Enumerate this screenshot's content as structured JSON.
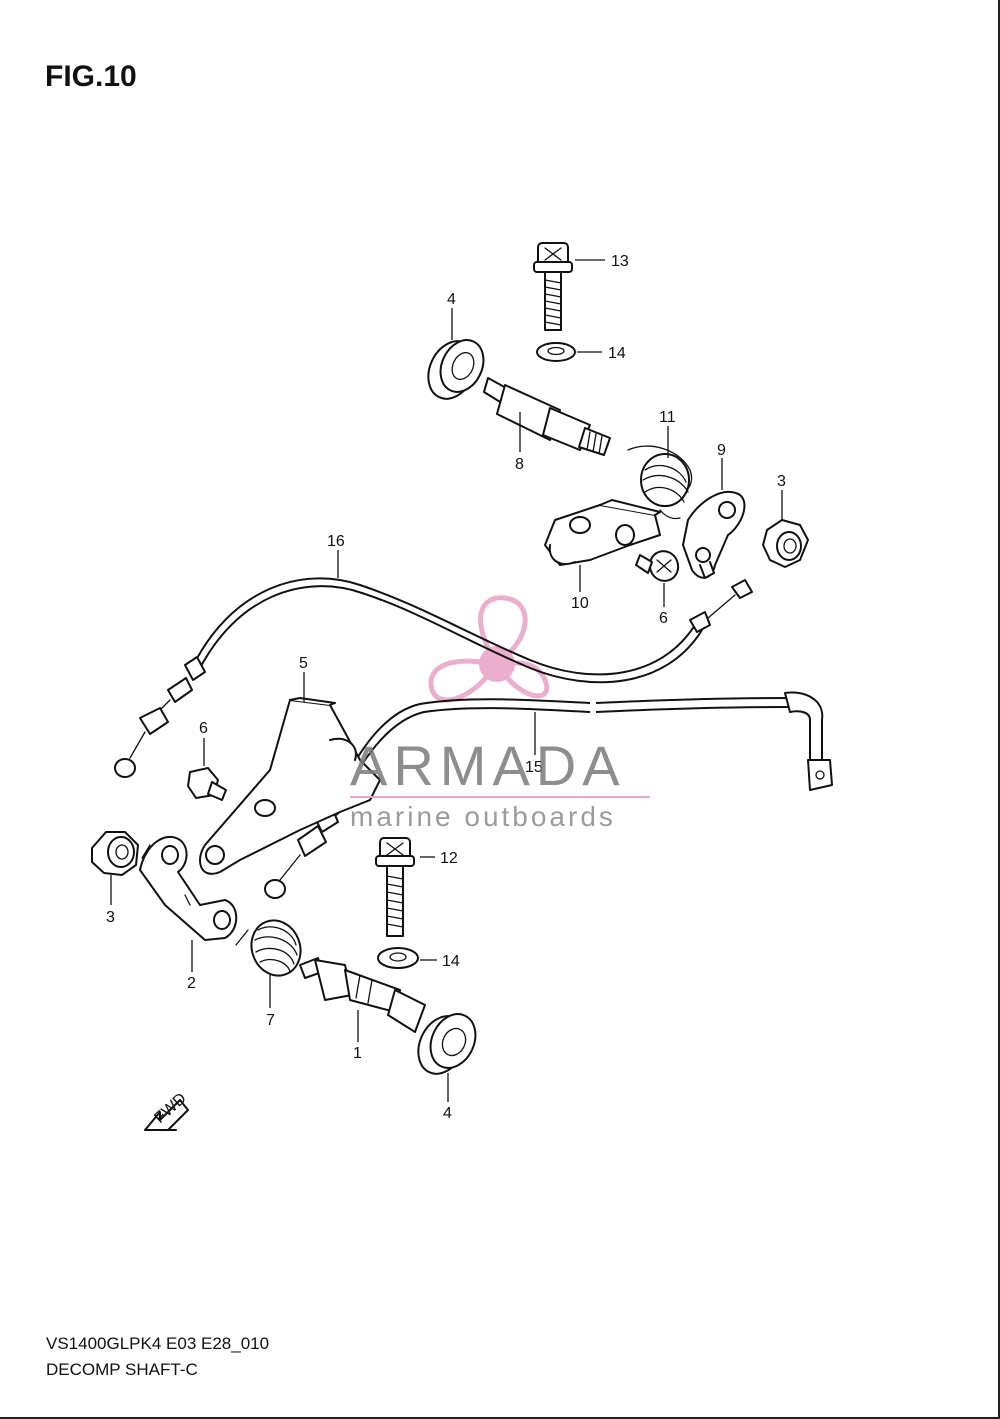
{
  "figure_title": "FIG.10",
  "footer": {
    "code": "VS1400GLPK4 E03 E28_010",
    "name": "DECOMP SHAFT-C"
  },
  "watermark": {
    "brand": "ARMADA",
    "tagline": "marine outboards",
    "color": "#e9a6c8"
  },
  "fwd_label": "FWD",
  "callouts": {
    "c1": "1",
    "c2": "2",
    "c3a": "3",
    "c3b": "3",
    "c4a": "4",
    "c4b": "4",
    "c5": "5",
    "c6a": "6",
    "c6b": "6",
    "c7": "7",
    "c8": "8",
    "c9": "9",
    "c10": "10",
    "c11": "11",
    "c12": "12",
    "c13": "13",
    "c14a": "14",
    "c14b": "14",
    "c15": "15",
    "c16": "16"
  }
}
